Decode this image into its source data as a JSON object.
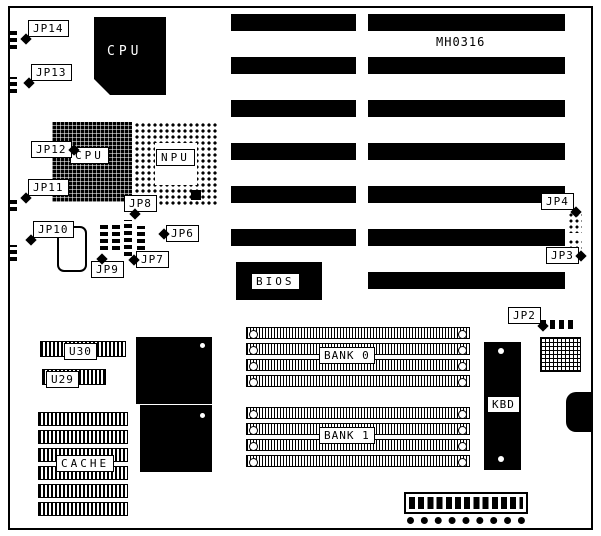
{
  "colors": {
    "ink": "#000000",
    "paper": "#ffffff"
  },
  "board": {
    "part_number": "MH0316"
  },
  "labels": {
    "jp14": "JP14",
    "jp13": "JP13",
    "jp12": "JP12",
    "jp11": "JP11",
    "jp10": "JP10",
    "jp9": "JP9",
    "jp8": "JP8",
    "jp7": "JP7",
    "jp6": "JP6",
    "jp4": "JP4",
    "jp3": "JP3",
    "jp2": "JP2",
    "cpu_chip": "CPU",
    "cpu_socket": "CPU",
    "npu": "NPU",
    "bios": "BIOS",
    "bank0": "BANK 0",
    "bank1": "BANK 1",
    "kbd": "KBD",
    "u30": "U30",
    "u29": "U29",
    "cache": "CACHE"
  }
}
